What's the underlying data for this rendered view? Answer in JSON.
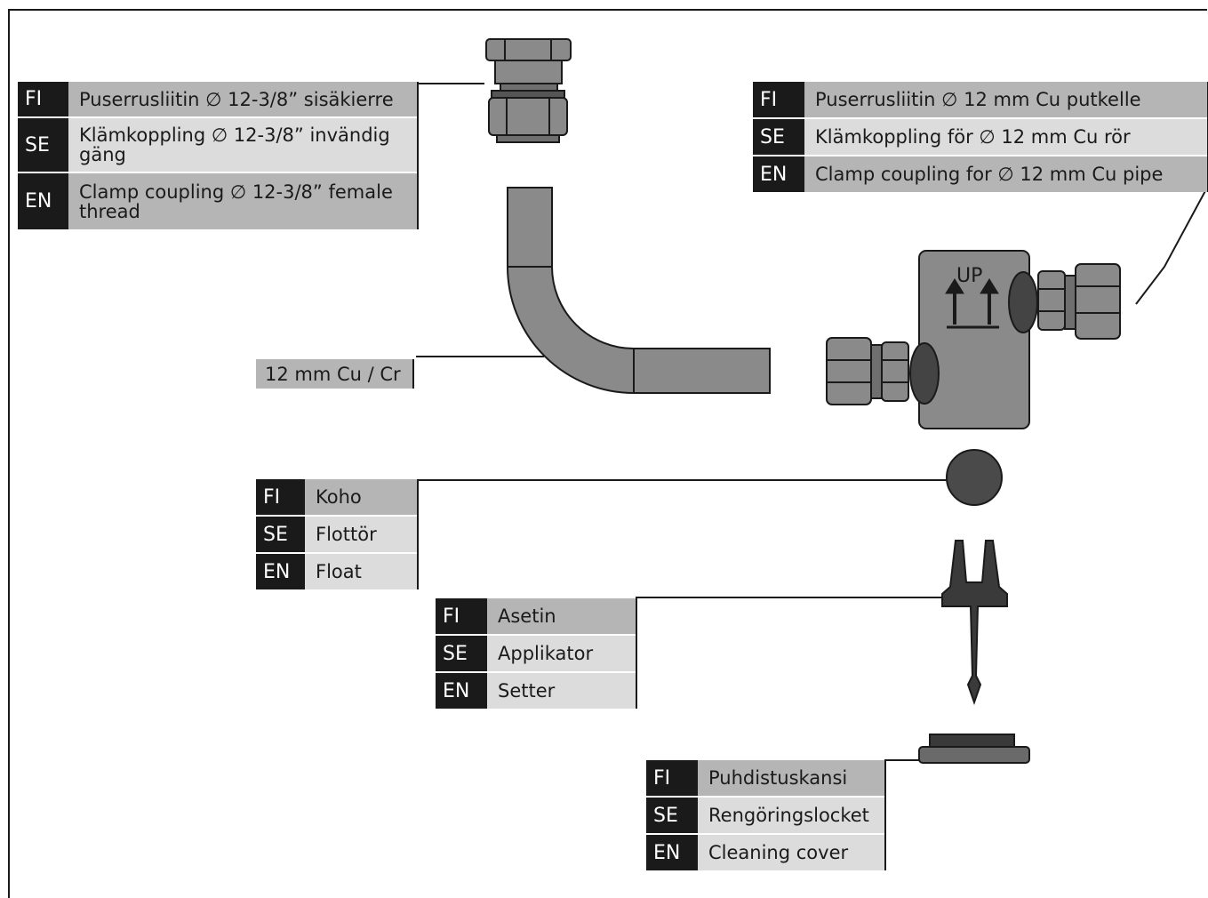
{
  "tables": {
    "top_left": [
      {
        "code": "FI",
        "text": "Puserrusliitin ∅ 12-3/8” sisäkierre"
      },
      {
        "code": "SE",
        "text": "Klämkoppling ∅ 12-3/8” invändig gäng"
      },
      {
        "code": "EN",
        "text": "Clamp coupling ∅ 12-3/8” female thread"
      }
    ],
    "top_right": [
      {
        "code": "FI",
        "text": "Puserrusliitin ∅ 12 mm Cu putkelle"
      },
      {
        "code": "SE",
        "text": "Klämkoppling för ∅ 12 mm Cu rör"
      },
      {
        "code": "EN",
        "text": "Clamp coupling for ∅ 12 mm Cu pipe"
      }
    ],
    "float": [
      {
        "code": "FI",
        "text": "Koho"
      },
      {
        "code": "SE",
        "text": "Flottör"
      },
      {
        "code": "EN",
        "text": "Float"
      }
    ],
    "setter": [
      {
        "code": "FI",
        "text": "Asetin"
      },
      {
        "code": "SE",
        "text": "Applikator"
      },
      {
        "code": "EN",
        "text": "Setter"
      }
    ],
    "cover": [
      {
        "code": "FI",
        "text": "Puhdistuskansi"
      },
      {
        "code": "SE",
        "text": "Rengöringslocket"
      },
      {
        "code": "EN",
        "text": "Cleaning cover"
      }
    ]
  },
  "pipe_label": "12 mm  Cu / Cr",
  "housing_mark": "UP",
  "colors": {
    "part": "#8a8a8a",
    "dark": "#1a1a1a",
    "float": "#4a4a4a",
    "label_dark": "#b5b5b5",
    "label_light": "#dcdcdc"
  }
}
